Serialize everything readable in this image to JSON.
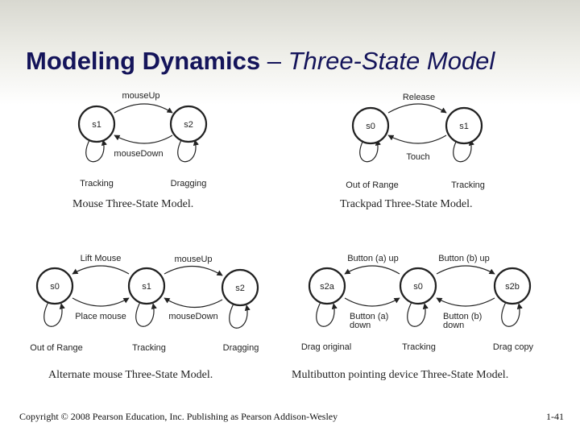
{
  "title": {
    "bold": "Modeling Dynamics",
    "dash": " – ",
    "italic": "Three-State Model"
  },
  "diagrams": {
    "mouse": {
      "caption": "Mouse Three-State Model.",
      "states": [
        "s1",
        "s2"
      ],
      "transitions": {
        "top": "mouseUp",
        "bottom": "mouseDown"
      },
      "loops": [
        "Tracking",
        "Dragging"
      ]
    },
    "trackpad": {
      "caption": "Trackpad Three-State Model.",
      "states": [
        "s0",
        "s1"
      ],
      "transitions": {
        "top": "Release",
        "bottom": "Touch"
      },
      "loops": [
        "Out of Range",
        "Tracking"
      ]
    },
    "alt_mouse": {
      "caption": "Alternate mouse Three-State Model.",
      "states": [
        "s0",
        "s1",
        "s2"
      ],
      "transitions": {
        "top_left": "Lift Mouse",
        "top_right": "mouseUp",
        "bottom_left": "Place mouse",
        "bottom_right": "mouseDown"
      },
      "loops": [
        "Out of Range",
        "Tracking",
        "Dragging"
      ]
    },
    "multibutton": {
      "caption": "Multibutton pointing device Three-State Model.",
      "states": [
        "s2a",
        "s0",
        "s2b"
      ],
      "transitions": {
        "top_left": "Button (a) up",
        "top_right": "Button (b) up",
        "bottom_left_1": "Button (a)",
        "bottom_left_2": "down",
        "bottom_right_1": "Button (b)",
        "bottom_right_2": "down"
      },
      "loops": [
        "Drag original",
        "Tracking",
        "Drag copy"
      ]
    }
  },
  "footer": {
    "copyright": "Copyright © 2008 Pearson Education, Inc. Publishing as Pearson Addison-Wesley",
    "page": "1-41"
  }
}
